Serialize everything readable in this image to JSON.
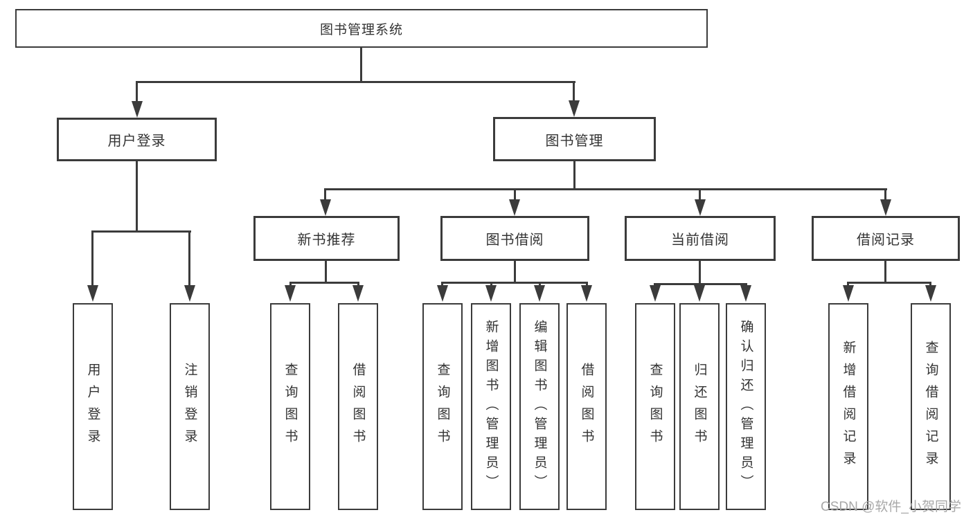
{
  "root": {
    "label": "图书管理系统"
  },
  "branches": [
    {
      "label": "用户登录",
      "children": [
        {
          "label": "用户登录"
        },
        {
          "label": "注销登录"
        }
      ]
    },
    {
      "label": "图书管理",
      "children": [
        {
          "label": "新书推荐",
          "children": [
            {
              "label": "查询图书"
            },
            {
              "label": "借阅图书"
            }
          ]
        },
        {
          "label": "图书借阅",
          "children": [
            {
              "label": "查询图书"
            },
            {
              "label": "新增图书（管理员）"
            },
            {
              "label": "编辑图书（管理员）"
            },
            {
              "label": "借阅图书"
            }
          ]
        },
        {
          "label": "当前借阅",
          "children": [
            {
              "label": "查询图书"
            },
            {
              "label": "归还图书"
            },
            {
              "label": "确认归还（管理员）"
            }
          ]
        },
        {
          "label": "借阅记录",
          "children": [
            {
              "label": "新增借阅记录"
            },
            {
              "label": "查询借阅记录"
            }
          ]
        }
      ]
    }
  ],
  "watermark": "CSDN @软件_小贺同学",
  "colors": {
    "line": "#3b3b3b",
    "text": "#333333",
    "watermark": "#a8a8a8",
    "background": "#ffffff"
  }
}
